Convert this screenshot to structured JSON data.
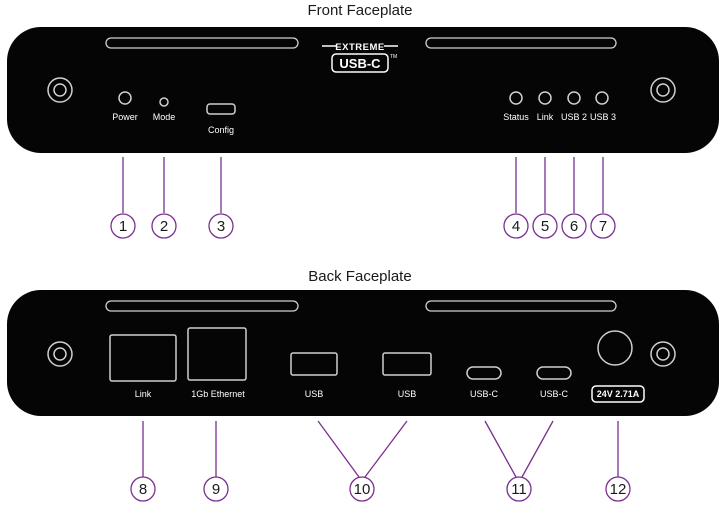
{
  "front": {
    "title": "Front Faceplate",
    "logo_top": "EXTREME",
    "logo_bottom": "USB-C",
    "logo_tm": "TM",
    "labels": {
      "power": "Power",
      "mode": "Mode",
      "config": "Config",
      "status": "Status",
      "link": "Link",
      "usb2": "USB 2",
      "usb3": "USB 3"
    },
    "callouts": [
      "1",
      "2",
      "3",
      "4",
      "5",
      "6",
      "7"
    ]
  },
  "back": {
    "title": "Back Faceplate",
    "labels": {
      "link": "Link",
      "ethernet": "1Gb Ethernet",
      "usb_a1": "USB",
      "usb_a2": "USB",
      "usb_c1": "USB-C",
      "usb_c2": "USB-C",
      "power_rating": "24V 2.71A"
    },
    "callouts": [
      "8",
      "9",
      "10",
      "11",
      "12"
    ]
  },
  "colors": {
    "callout_stroke": "#7a2f8f",
    "panel": "#050505"
  }
}
